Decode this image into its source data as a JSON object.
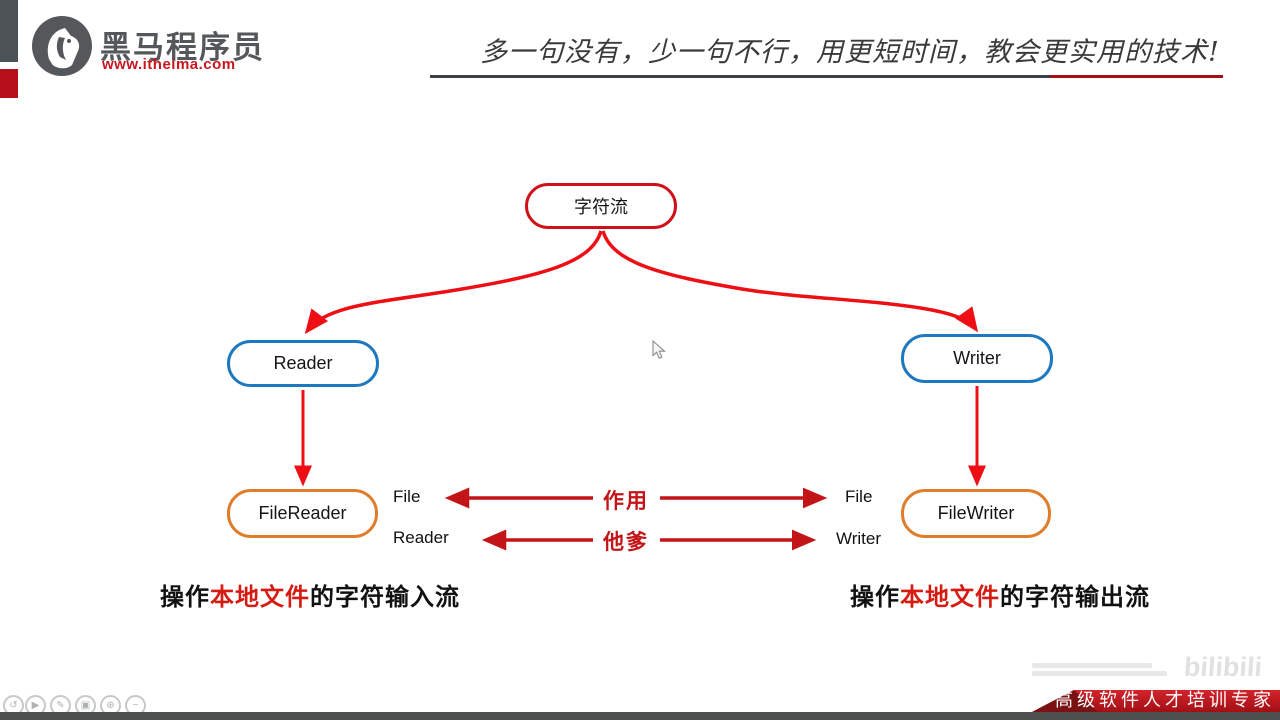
{
  "header": {
    "brand": {
      "name": "黑马程序员",
      "url": "www.itheima.com"
    },
    "motto": "多一句没有，少一句不行，用更短时间，教会更实用的技术!"
  },
  "diagram": {
    "root": {
      "label": "字符流"
    },
    "left_child": {
      "label": "Reader"
    },
    "right_child": {
      "label": "Writer"
    },
    "left_leaf": {
      "label": "FileReader"
    },
    "right_leaf": {
      "label": "FileWriter"
    },
    "relation_rows": [
      {
        "left": "File",
        "center": "作用",
        "right": "File"
      },
      {
        "left": "Reader",
        "center": "他爹",
        "right": "Writer"
      }
    ],
    "caption_left": {
      "pre": "操作",
      "highlight": "本地文件",
      "post": "的字符输入流"
    },
    "caption_right": {
      "pre": "操作",
      "highlight": "本地文件",
      "post": "的字符输出流"
    }
  },
  "footer": {
    "banner": "高级软件人才培训专家",
    "watermark": "bilibili",
    "player_icons": [
      {
        "name": "undo-icon",
        "glyph": "↺"
      },
      {
        "name": "play-icon",
        "glyph": "▶"
      },
      {
        "name": "pencil-icon",
        "glyph": "✎"
      },
      {
        "name": "camera-icon",
        "glyph": "▣"
      },
      {
        "name": "magnifier-icon",
        "glyph": "⊕"
      },
      {
        "name": "minus-icon",
        "glyph": "−"
      }
    ]
  },
  "colors": {
    "node_root_border": "#cf1119",
    "node_stream_border": "#1e78c0",
    "node_file_border": "#e07d2a",
    "arrow_bright": "#ee0f14",
    "arrow_dark": "#c31418",
    "caption_highlight": "#d61c12",
    "brand_gray": "#54585a",
    "brand_red": "#c8161d",
    "banner_red": "#c0161c"
  }
}
